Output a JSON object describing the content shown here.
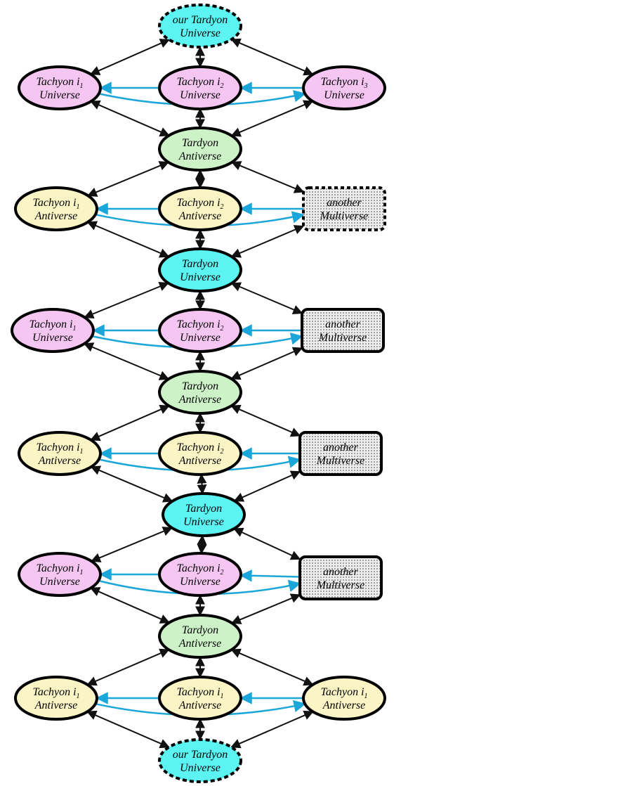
{
  "colors": {
    "tardyon_universe": "#5cf3f3",
    "tardyon_antiverse": "#cdf2c8",
    "tachyon_universe": "#f6c6f3",
    "tachyon_antiverse": "#fbf5c6",
    "multiverse": "#d9d9d9",
    "black_arrow": "#111111",
    "blue_arrow": "#1aa6d8"
  },
  "nodes": [
    {
      "id": "top",
      "shape": "ellipse-dashed",
      "fill": "tardyon_universe",
      "line1": "our Tardyon",
      "line2": "Universe"
    },
    {
      "id": "r1a",
      "shape": "ellipse",
      "fill": "tachyon_universe",
      "line1": "Tachyon i",
      "sub": "1",
      "line2": "Universe"
    },
    {
      "id": "r1b",
      "shape": "ellipse",
      "fill": "tachyon_universe",
      "line1": "Tachyon i",
      "sub": "2",
      "line2": "Universe"
    },
    {
      "id": "r1c",
      "shape": "ellipse",
      "fill": "tachyon_universe",
      "line1": "Tachyon i",
      "sub": "3",
      "line2": "Universe"
    },
    {
      "id": "c1",
      "shape": "ellipse",
      "fill": "tardyon_antiverse",
      "line1": "Tardyon",
      "line2": "Antiverse"
    },
    {
      "id": "r2a",
      "shape": "ellipse",
      "fill": "tachyon_antiverse",
      "line1": "Tachyon i",
      "sub": "1",
      "line2": "Antiverse"
    },
    {
      "id": "r2b",
      "shape": "ellipse",
      "fill": "tachyon_antiverse",
      "line1": "Tachyon i",
      "sub": "2",
      "line2": "Antiverse"
    },
    {
      "id": "m2",
      "shape": "rect-dashed",
      "fill": "multiverse",
      "line1": "another",
      "line2": "Multiverse"
    },
    {
      "id": "c2",
      "shape": "ellipse",
      "fill": "tardyon_universe",
      "line1": "Tardyon",
      "line2": "Universe"
    },
    {
      "id": "r3a",
      "shape": "ellipse",
      "fill": "tachyon_universe",
      "line1": "Tachyon i",
      "sub": "1",
      "line2": "Universe"
    },
    {
      "id": "r3b",
      "shape": "ellipse",
      "fill": "tachyon_universe",
      "line1": "Tachyon i",
      "sub": "2",
      "line2": "Universe"
    },
    {
      "id": "m3",
      "shape": "rect",
      "fill": "multiverse",
      "line1": "another",
      "line2": "Multiverse"
    },
    {
      "id": "c3",
      "shape": "ellipse",
      "fill": "tardyon_antiverse",
      "line1": "Tardyon",
      "line2": "Antiverse"
    },
    {
      "id": "r4a",
      "shape": "ellipse",
      "fill": "tachyon_antiverse",
      "line1": "Tachyon i",
      "sub": "1",
      "line2": "Antiverse"
    },
    {
      "id": "r4b",
      "shape": "ellipse",
      "fill": "tachyon_antiverse",
      "line1": "Tachyon i",
      "sub": "2",
      "line2": "Antiverse"
    },
    {
      "id": "m4",
      "shape": "rect",
      "fill": "multiverse",
      "line1": "another",
      "line2": "Multiverse"
    },
    {
      "id": "c4",
      "shape": "ellipse",
      "fill": "tardyon_universe",
      "line1": "Tardyon",
      "line2": "Universe"
    },
    {
      "id": "r5a",
      "shape": "ellipse",
      "fill": "tachyon_universe",
      "line1": "Tachyon i",
      "sub": "1",
      "line2": "Universe"
    },
    {
      "id": "r5b",
      "shape": "ellipse",
      "fill": "tachyon_universe",
      "line1": "Tachyon i",
      "sub": "2",
      "line2": "Universe"
    },
    {
      "id": "m5",
      "shape": "rect",
      "fill": "multiverse",
      "line1": "another",
      "line2": "Multiverse"
    },
    {
      "id": "c5",
      "shape": "ellipse",
      "fill": "tardyon_antiverse",
      "line1": "Tardyon",
      "line2": "Antiverse"
    },
    {
      "id": "r6a",
      "shape": "ellipse",
      "fill": "tachyon_antiverse",
      "line1": "Tachyon i",
      "sub": "1",
      "line2": "Antiverse"
    },
    {
      "id": "r6b",
      "shape": "ellipse",
      "fill": "tachyon_antiverse",
      "line1": "Tachyon i",
      "sub": "1",
      "line2": "Antiverse"
    },
    {
      "id": "r6c",
      "shape": "ellipse",
      "fill": "tachyon_antiverse",
      "line1": "Tachyon i",
      "sub": "1",
      "line2": "Antiverse"
    },
    {
      "id": "bot",
      "shape": "ellipse-dashed",
      "fill": "tardyon_universe",
      "line1": "our Tardyon",
      "line2": "Universe"
    }
  ],
  "edges": [
    {
      "from": "top",
      "to": "r1a",
      "kind": "double"
    },
    {
      "from": "top",
      "to": "r1c",
      "kind": "double"
    },
    {
      "from": "top",
      "to": "r1b",
      "kind": "double"
    },
    {
      "from": "r1a",
      "to": "c1",
      "kind": "double"
    },
    {
      "from": "r1c",
      "to": "c1",
      "kind": "double"
    },
    {
      "from": "r1b",
      "to": "c1",
      "kind": "double"
    },
    {
      "from": "r1b",
      "to": "r1a",
      "kind": "blue"
    },
    {
      "from": "r1c",
      "to": "r1b",
      "kind": "blue"
    },
    {
      "from": "r1a",
      "to": "r1c",
      "kind": "blue-curve"
    },
    {
      "from": "c1",
      "to": "r2a",
      "kind": "double"
    },
    {
      "from": "c1",
      "to": "m2",
      "kind": "double"
    },
    {
      "from": "c1",
      "to": "r2b",
      "kind": "double"
    },
    {
      "from": "r2a",
      "to": "c2",
      "kind": "double"
    },
    {
      "from": "m2",
      "to": "c2",
      "kind": "double"
    },
    {
      "from": "r2b",
      "to": "c2",
      "kind": "double"
    },
    {
      "from": "r2b",
      "to": "r2a",
      "kind": "blue"
    },
    {
      "from": "m2",
      "to": "r2b",
      "kind": "blue"
    },
    {
      "from": "r2a",
      "to": "m2",
      "kind": "blue-curve"
    },
    {
      "from": "c2",
      "to": "r3a",
      "kind": "double"
    },
    {
      "from": "c2",
      "to": "m3",
      "kind": "double"
    },
    {
      "from": "c2",
      "to": "r3b",
      "kind": "double"
    },
    {
      "from": "r3a",
      "to": "c3",
      "kind": "double"
    },
    {
      "from": "m3",
      "to": "c3",
      "kind": "double"
    },
    {
      "from": "r3b",
      "to": "c3",
      "kind": "double"
    },
    {
      "from": "r3b",
      "to": "r3a",
      "kind": "blue"
    },
    {
      "from": "m3",
      "to": "r3b",
      "kind": "blue"
    },
    {
      "from": "r3a",
      "to": "m3",
      "kind": "blue-curve"
    },
    {
      "from": "c3",
      "to": "r4a",
      "kind": "double"
    },
    {
      "from": "c3",
      "to": "m4",
      "kind": "double"
    },
    {
      "from": "c3",
      "to": "r4b",
      "kind": "double"
    },
    {
      "from": "r4a",
      "to": "c4",
      "kind": "double"
    },
    {
      "from": "m4",
      "to": "c4",
      "kind": "double"
    },
    {
      "from": "r4b",
      "to": "c4",
      "kind": "double"
    },
    {
      "from": "r4b",
      "to": "r4a",
      "kind": "blue"
    },
    {
      "from": "m4",
      "to": "r4b",
      "kind": "blue"
    },
    {
      "from": "r4a",
      "to": "m4",
      "kind": "blue-curve"
    },
    {
      "from": "c4",
      "to": "r5a",
      "kind": "double"
    },
    {
      "from": "c4",
      "to": "m5",
      "kind": "double"
    },
    {
      "from": "c4",
      "to": "r5b",
      "kind": "double"
    },
    {
      "from": "r5a",
      "to": "c5",
      "kind": "double"
    },
    {
      "from": "m5",
      "to": "c5",
      "kind": "double"
    },
    {
      "from": "r5b",
      "to": "c5",
      "kind": "double"
    },
    {
      "from": "r5b",
      "to": "r5a",
      "kind": "blue"
    },
    {
      "from": "m5",
      "to": "r5b",
      "kind": "blue"
    },
    {
      "from": "r5a",
      "to": "m5",
      "kind": "blue-curve"
    },
    {
      "from": "c5",
      "to": "r6a",
      "kind": "double"
    },
    {
      "from": "c5",
      "to": "r6c",
      "kind": "double"
    },
    {
      "from": "c5",
      "to": "r6b",
      "kind": "double"
    },
    {
      "from": "r6a",
      "to": "bot",
      "kind": "double"
    },
    {
      "from": "r6c",
      "to": "bot",
      "kind": "double"
    },
    {
      "from": "r6b",
      "to": "bot",
      "kind": "double"
    },
    {
      "from": "r6b",
      "to": "r6a",
      "kind": "blue"
    },
    {
      "from": "r6c",
      "to": "r6b",
      "kind": "blue"
    },
    {
      "from": "r6a",
      "to": "r6c",
      "kind": "blue-curve"
    }
  ]
}
